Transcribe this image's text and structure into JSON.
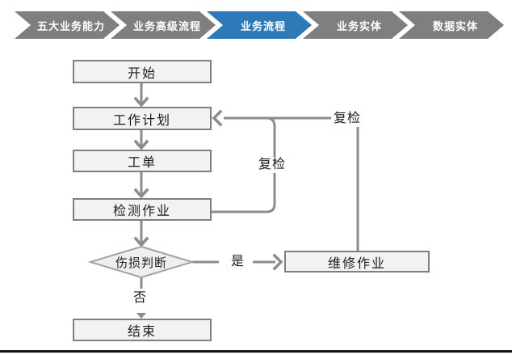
{
  "nav": {
    "items": [
      {
        "label": "五大业务能力",
        "active": false
      },
      {
        "label": "业务高级流程",
        "active": false
      },
      {
        "label": "业务流程",
        "active": true
      },
      {
        "label": "业务实体",
        "active": false
      },
      {
        "label": "数据实体",
        "active": false
      }
    ],
    "active_color": "#2e79b8",
    "inactive_color": "#7f7f7f"
  },
  "flowchart": {
    "nodes": {
      "start": "开始",
      "work_plan": "工作计划",
      "work_order": "工单",
      "inspection": "检测作业",
      "damage_decision": "伤损判断",
      "repair": "维修作业",
      "end": "结束"
    },
    "edge_labels": {
      "recheck_inner": "复检",
      "recheck_outer": "复检",
      "yes": "是",
      "no": "否"
    },
    "colors": {
      "node_fill": "#f2f2f2",
      "node_border": "#7f7f7f",
      "diamond_fill": "#efefef",
      "diamond_border": "#a3a3a3",
      "connector": "#8c8c8c",
      "bottom_border": "#141414"
    }
  }
}
